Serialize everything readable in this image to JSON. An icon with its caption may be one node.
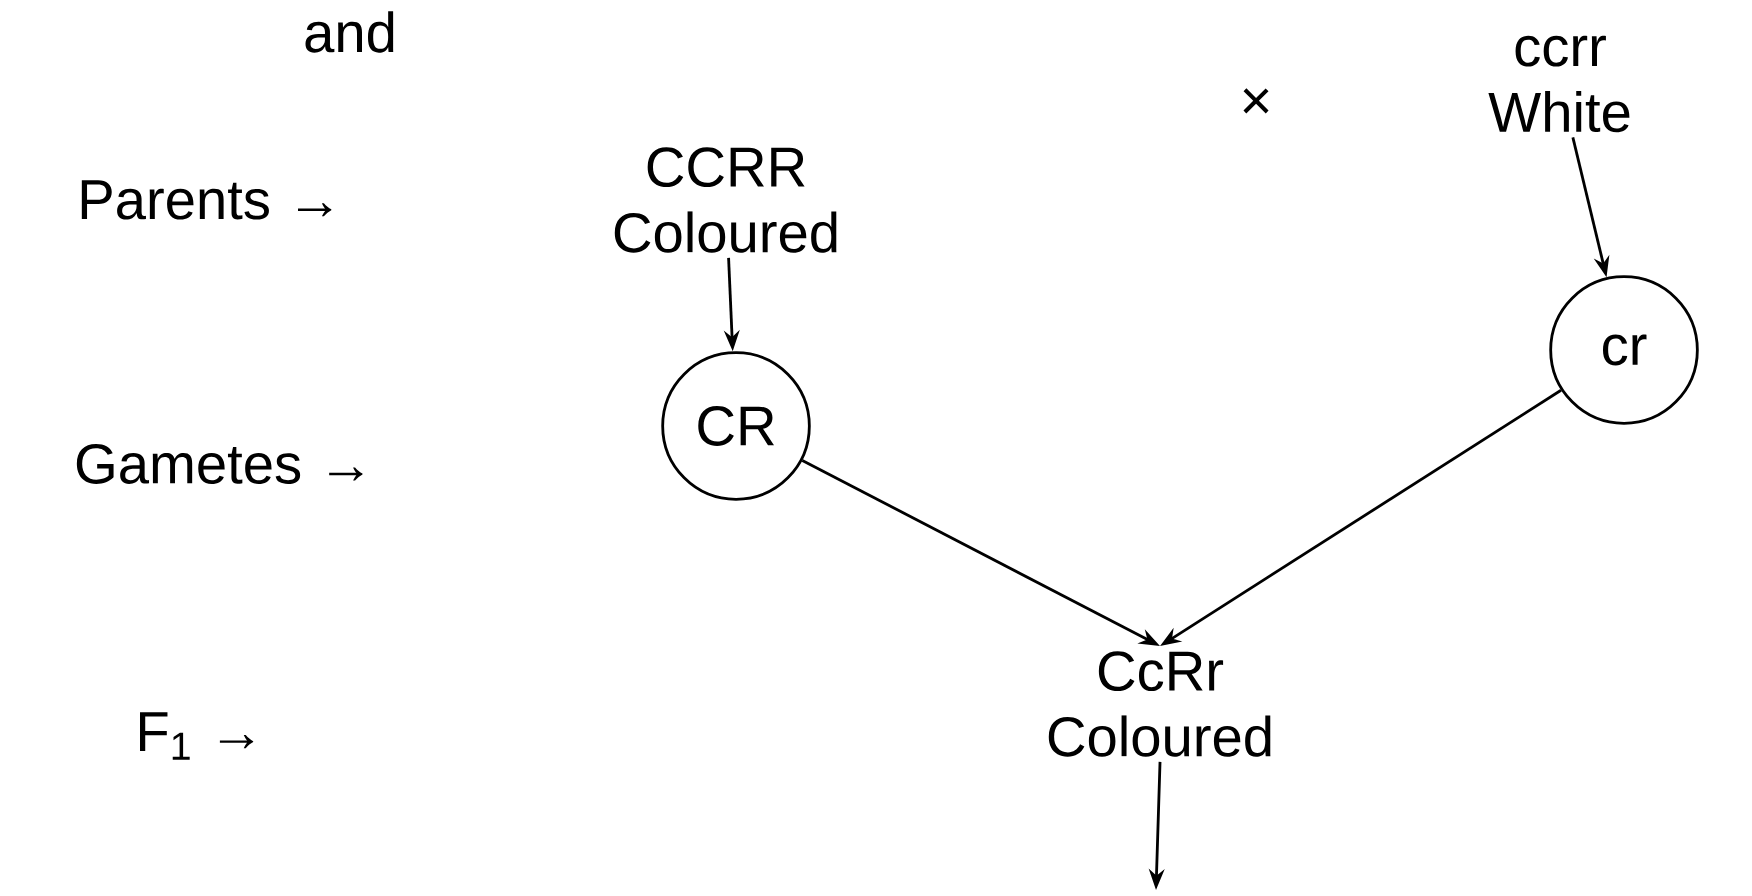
{
  "diagram": {
    "nodes": [
      {
        "text": [
          "CCRR",
          "Coloured"
        ]
      },
      {
        "text": [
          "ccrr",
          "White"
        ]
      },
      {
        "text": [
          "CR"
        ]
      },
      {
        "text": [
          "cr"
        ]
      },
      {
        "text": [
          "CcRr",
          "Coloured"
        ]
      }
    ],
    "edges": [
      {
        "from": 0,
        "to": 2,
        "arrow": "to"
      },
      {
        "from": 1,
        "to": 3,
        "arrow": "to"
      },
      {
        "from": 2,
        "to": 4,
        "arrow": "to"
      },
      {
        "from": 3,
        "to": 4,
        "arrow": "to"
      },
      {
        "from": 4,
        "to": null,
        "arrow": "to"
      }
    ],
    "labels": [
      "and",
      "Parents →",
      "×",
      "Gametes →",
      "F$_{1}$ →"
    ]
  }
}
